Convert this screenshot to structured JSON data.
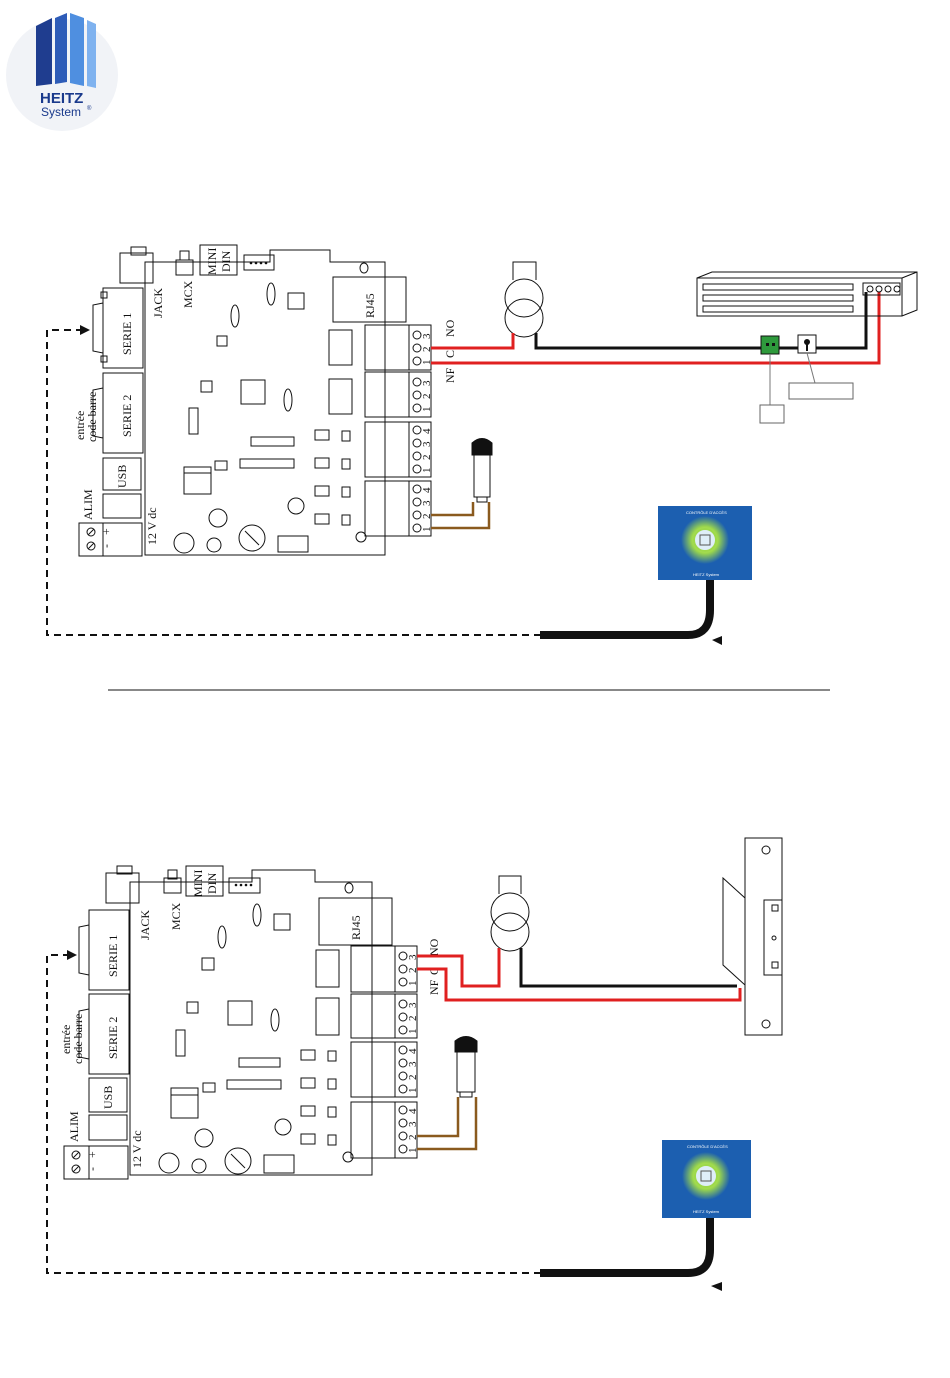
{
  "brand": {
    "name_line1": "HEITZ",
    "name_line2": "System",
    "registered": "®",
    "colors": {
      "blue_dark": "#1f3d8f",
      "blue_light": "#4f8fe0"
    }
  },
  "board_labels": {
    "jack": "JACK",
    "mcx": "MCX",
    "mini": "MINI",
    "din": "DIN",
    "rj45": "RJ45",
    "serie1": "SERIE 1",
    "serie2": "SERIE 2",
    "entree": "entrée",
    "code_barre": "code barre",
    "usb": "USB",
    "alim": "ALIM",
    "v12dc": "12 V dc",
    "plus": "+",
    "minus": "-",
    "relay_no": "NO",
    "relay_c": "C",
    "relay_nf": "NF",
    "term_3": "3",
    "term_2": "2",
    "term_1": "1",
    "term_4": "4"
  },
  "reader": {
    "title": "CONTRÔLE D'ACCÈS",
    "brand_small": "HEITZ System"
  },
  "colors": {
    "wire_red": "#e02020",
    "wire_black": "#111111",
    "wire_brown": "#8a5a1e",
    "reader_blue": "#1c5fb0",
    "reader_glow": "#9ed94a",
    "terminal_green": "#2e9a3c"
  },
  "diagrams": [
    "magnetic-lock-wiring",
    "electric-strike-wiring"
  ]
}
